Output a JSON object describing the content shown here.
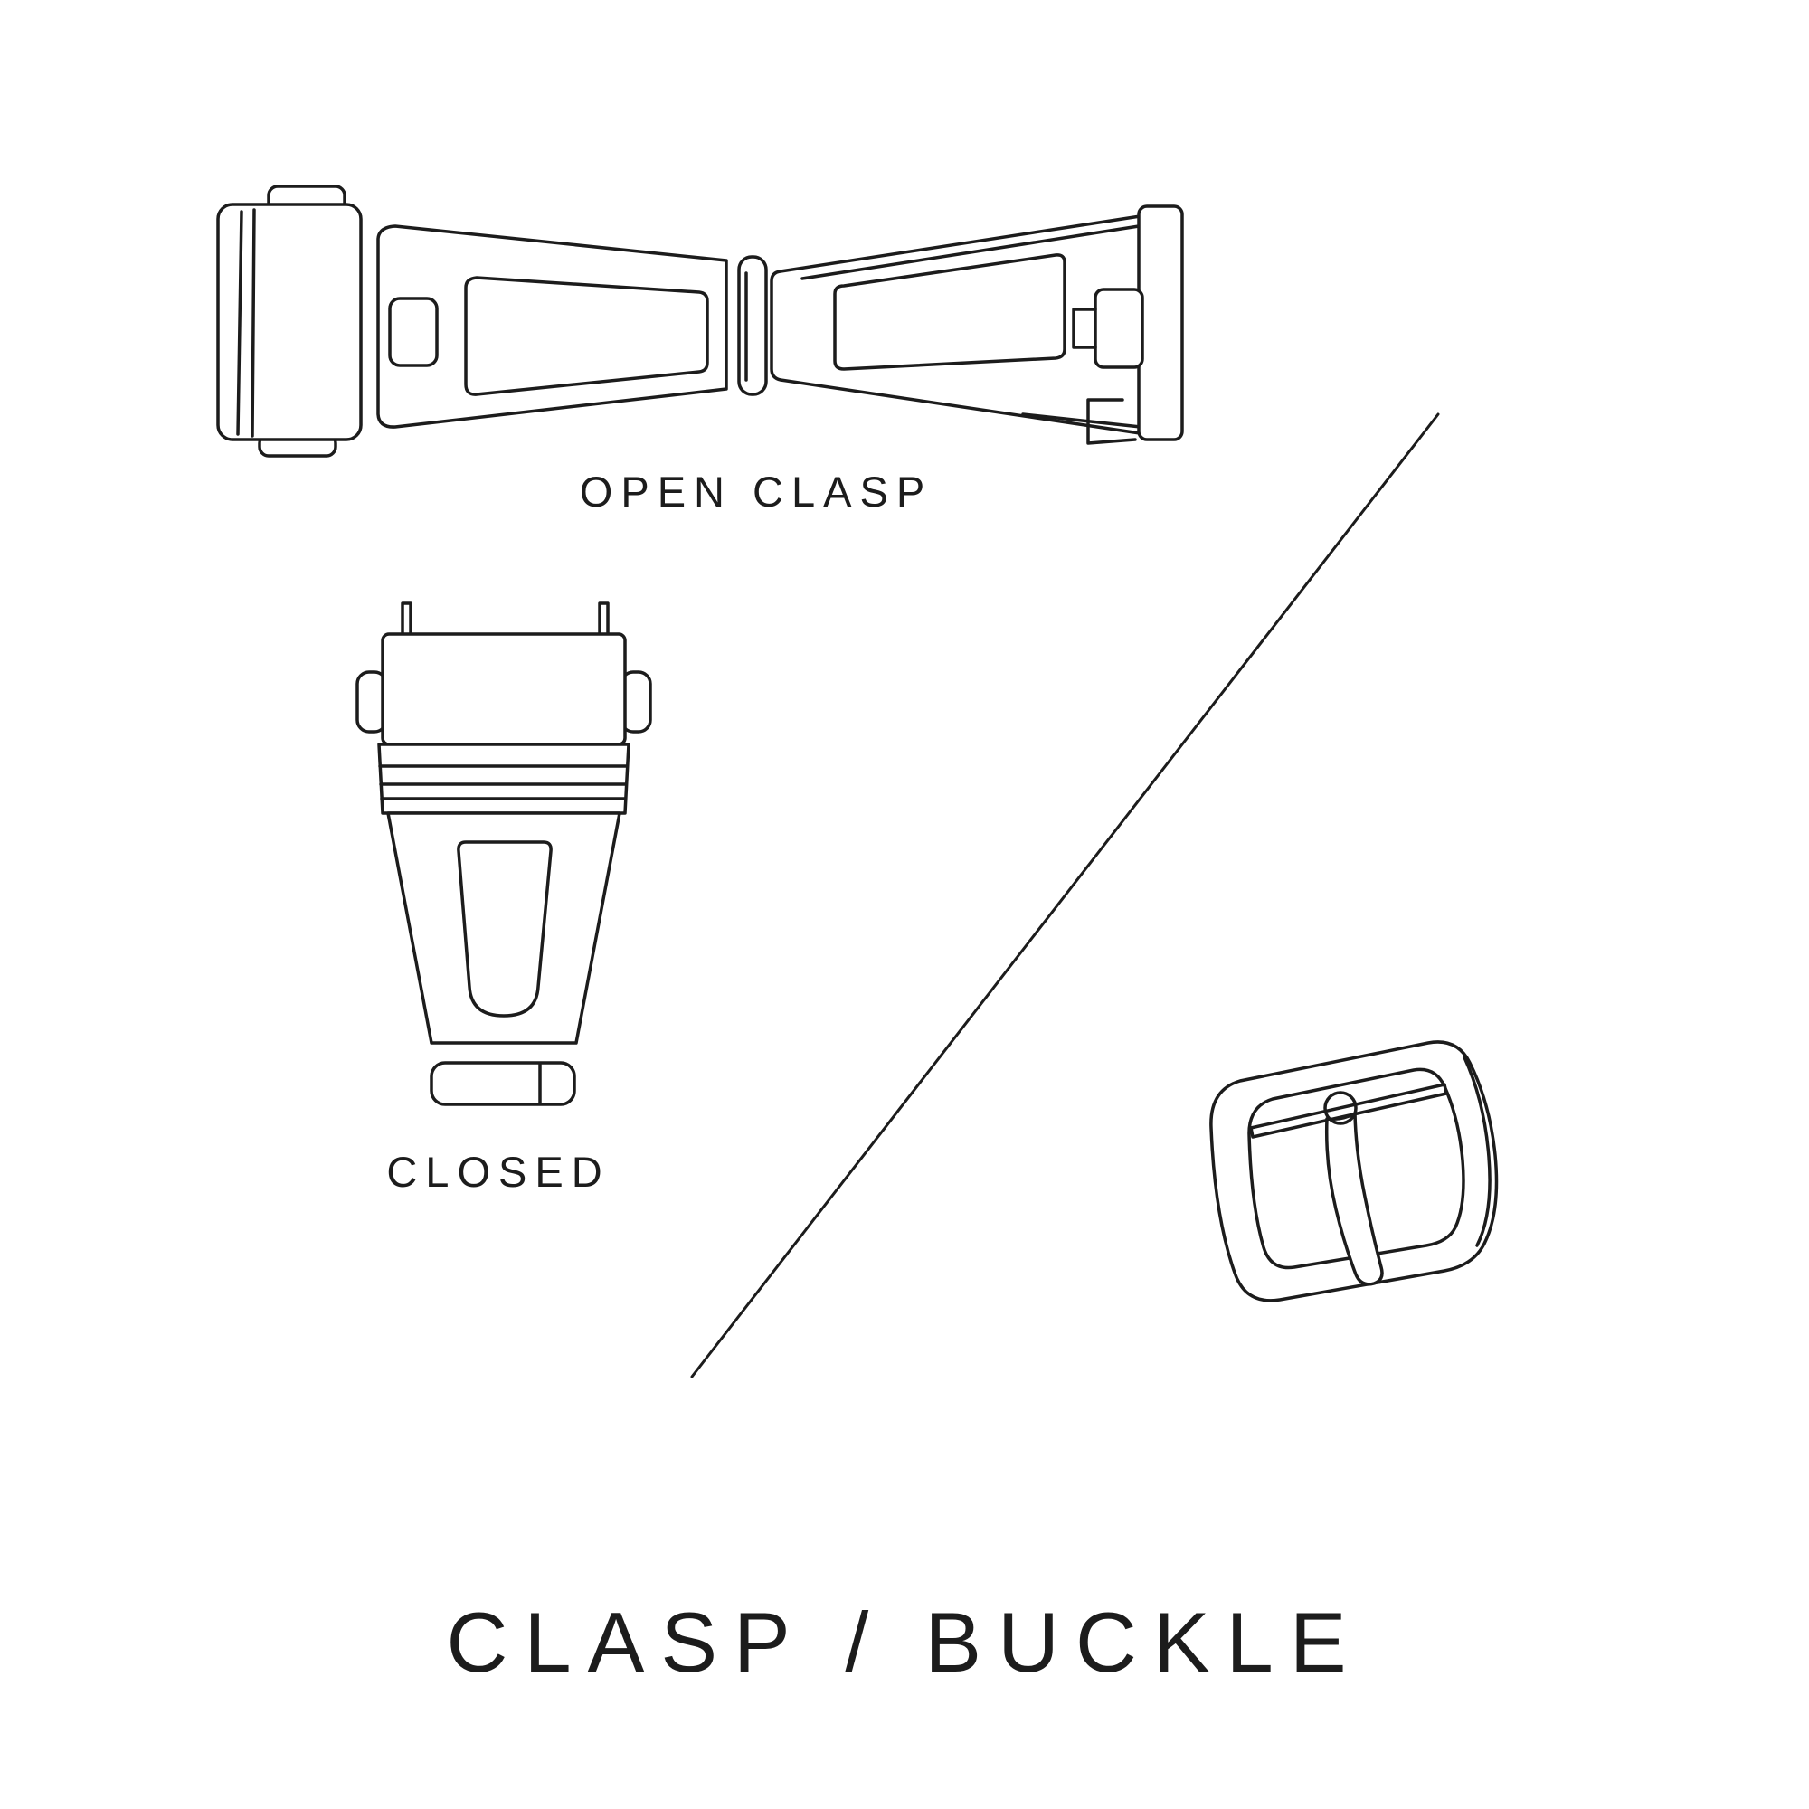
{
  "page": {
    "background_color": "#ffffff",
    "ink_color": "#1c1c1c"
  },
  "title": "CLASP / BUCKLE",
  "sections": {
    "open_clasp": {
      "label": "OPEN CLASP",
      "icon": "open-clasp-illustration"
    },
    "closed_clasp": {
      "label": "CLOSED",
      "icon": "closed-clasp-illustration"
    },
    "buckle": {
      "icon": "pin-buckle-illustration"
    }
  },
  "divider": {
    "icon": "diagonal-divider-line"
  }
}
